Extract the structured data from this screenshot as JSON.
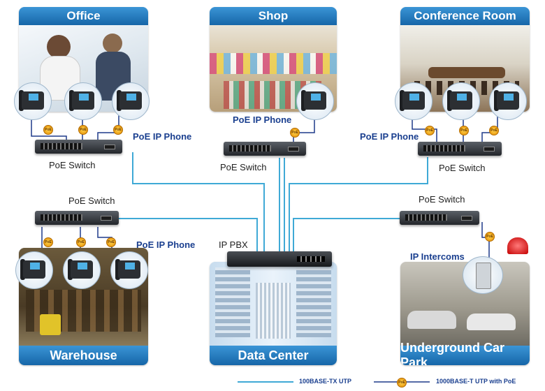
{
  "panels": {
    "office": "Office",
    "shop": "Shop",
    "conference": "Conference Room",
    "warehouse": "Warehouse",
    "datacenter": "Data Center",
    "carpark": "Underground Car Park"
  },
  "labels": {
    "poe_switch": "PoE Switch",
    "poe_ip_phone": "PoE IP Phone",
    "ip_pbx": "IP PBX",
    "ip_intercoms": "IP Intercoms",
    "poe_tag": "PoE"
  },
  "legend": {
    "tx": "100BASE-TX UTP",
    "poe": "1000BASE-T UTP with PoE"
  },
  "colors": {
    "tx_line": "#3fa9d6",
    "poe_line": "#1f3a8a",
    "panel_header": "#1b6fb5"
  }
}
